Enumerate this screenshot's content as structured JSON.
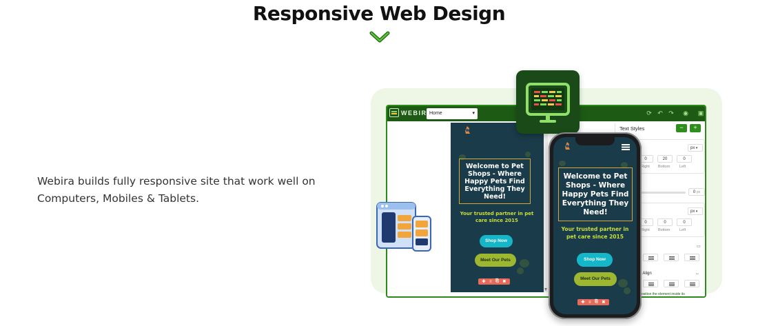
{
  "heading": {
    "title": "Responsive Web Design"
  },
  "intro": {
    "text": "Webira builds fully responsive site that work well on Computers, Mobiles & Tablets."
  },
  "editor": {
    "brand": "WEBIRA",
    "page_select": {
      "value": "Home"
    },
    "panel": {
      "title": "Text Styles",
      "minus_label": "−",
      "plus_label": "+",
      "group1": {
        "unit": "px",
        "values": [
          "0",
          "20",
          "0"
        ],
        "labels": [
          "Right",
          "Bottom",
          "Left"
        ]
      },
      "slider_label": "s",
      "slider_value": "0",
      "slider_unit": "px",
      "group2": {
        "unit": "px",
        "values": [
          "0",
          "0",
          "0"
        ],
        "labels": [
          "Right",
          "Bottom",
          "Left"
        ]
      },
      "align_label": "r Align",
      "hint": "osition the element inside its"
    }
  },
  "site": {
    "hero_title": "Welcome to Pet Shops - Where Happy Pets Find Everything They Need!",
    "tagline": "Your trusted partner in pet care since 2015",
    "shop_button": "Shop Now",
    "meet_button": "Meet Our Pets",
    "toolbar_icons": [
      "✚",
      "≡",
      "⎘",
      "✖"
    ]
  },
  "colors": {
    "brand_green": "#2b8a1a",
    "dark_green": "#1d5b14",
    "site_bg": "#1a3b49",
    "accent_cyan": "#14b6c8",
    "accent_lime": "#9db731",
    "hero_border": "#d8a73a"
  },
  "icons": {
    "chevron": "chevron-down-icon",
    "badge": "monitor-code-icon",
    "tablet": "tablet-layout-icon"
  }
}
